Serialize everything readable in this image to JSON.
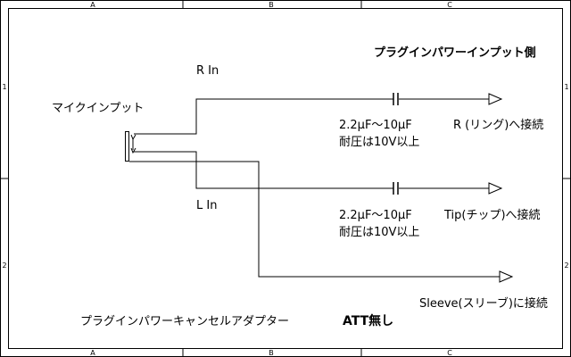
{
  "frame": {
    "columns": [
      "A",
      "B",
      "C"
    ],
    "rows": [
      "1",
      "2"
    ]
  },
  "labels": {
    "plugin_side": "プラグインパワーインプット側",
    "r_in": "R In",
    "l_in": "L In",
    "mic_input": "マイクインプット",
    "cap_r_value": "2.2μF～10μF",
    "cap_r_voltage": "耐圧は10V以上",
    "cap_l_value": "2.2μF～10μF",
    "cap_l_voltage": "耐圧は10V以上",
    "out_ring": "R (リング)へ接続",
    "out_tip": "Tip(チップ)へ接続",
    "out_sleeve": "Sleeve(スリーブ)に接続",
    "title_main": "プラグインパワーキャンセルアダプター",
    "title_att": "ATT無し"
  },
  "colors": {
    "line": "#000000",
    "background": "#ffffff"
  }
}
